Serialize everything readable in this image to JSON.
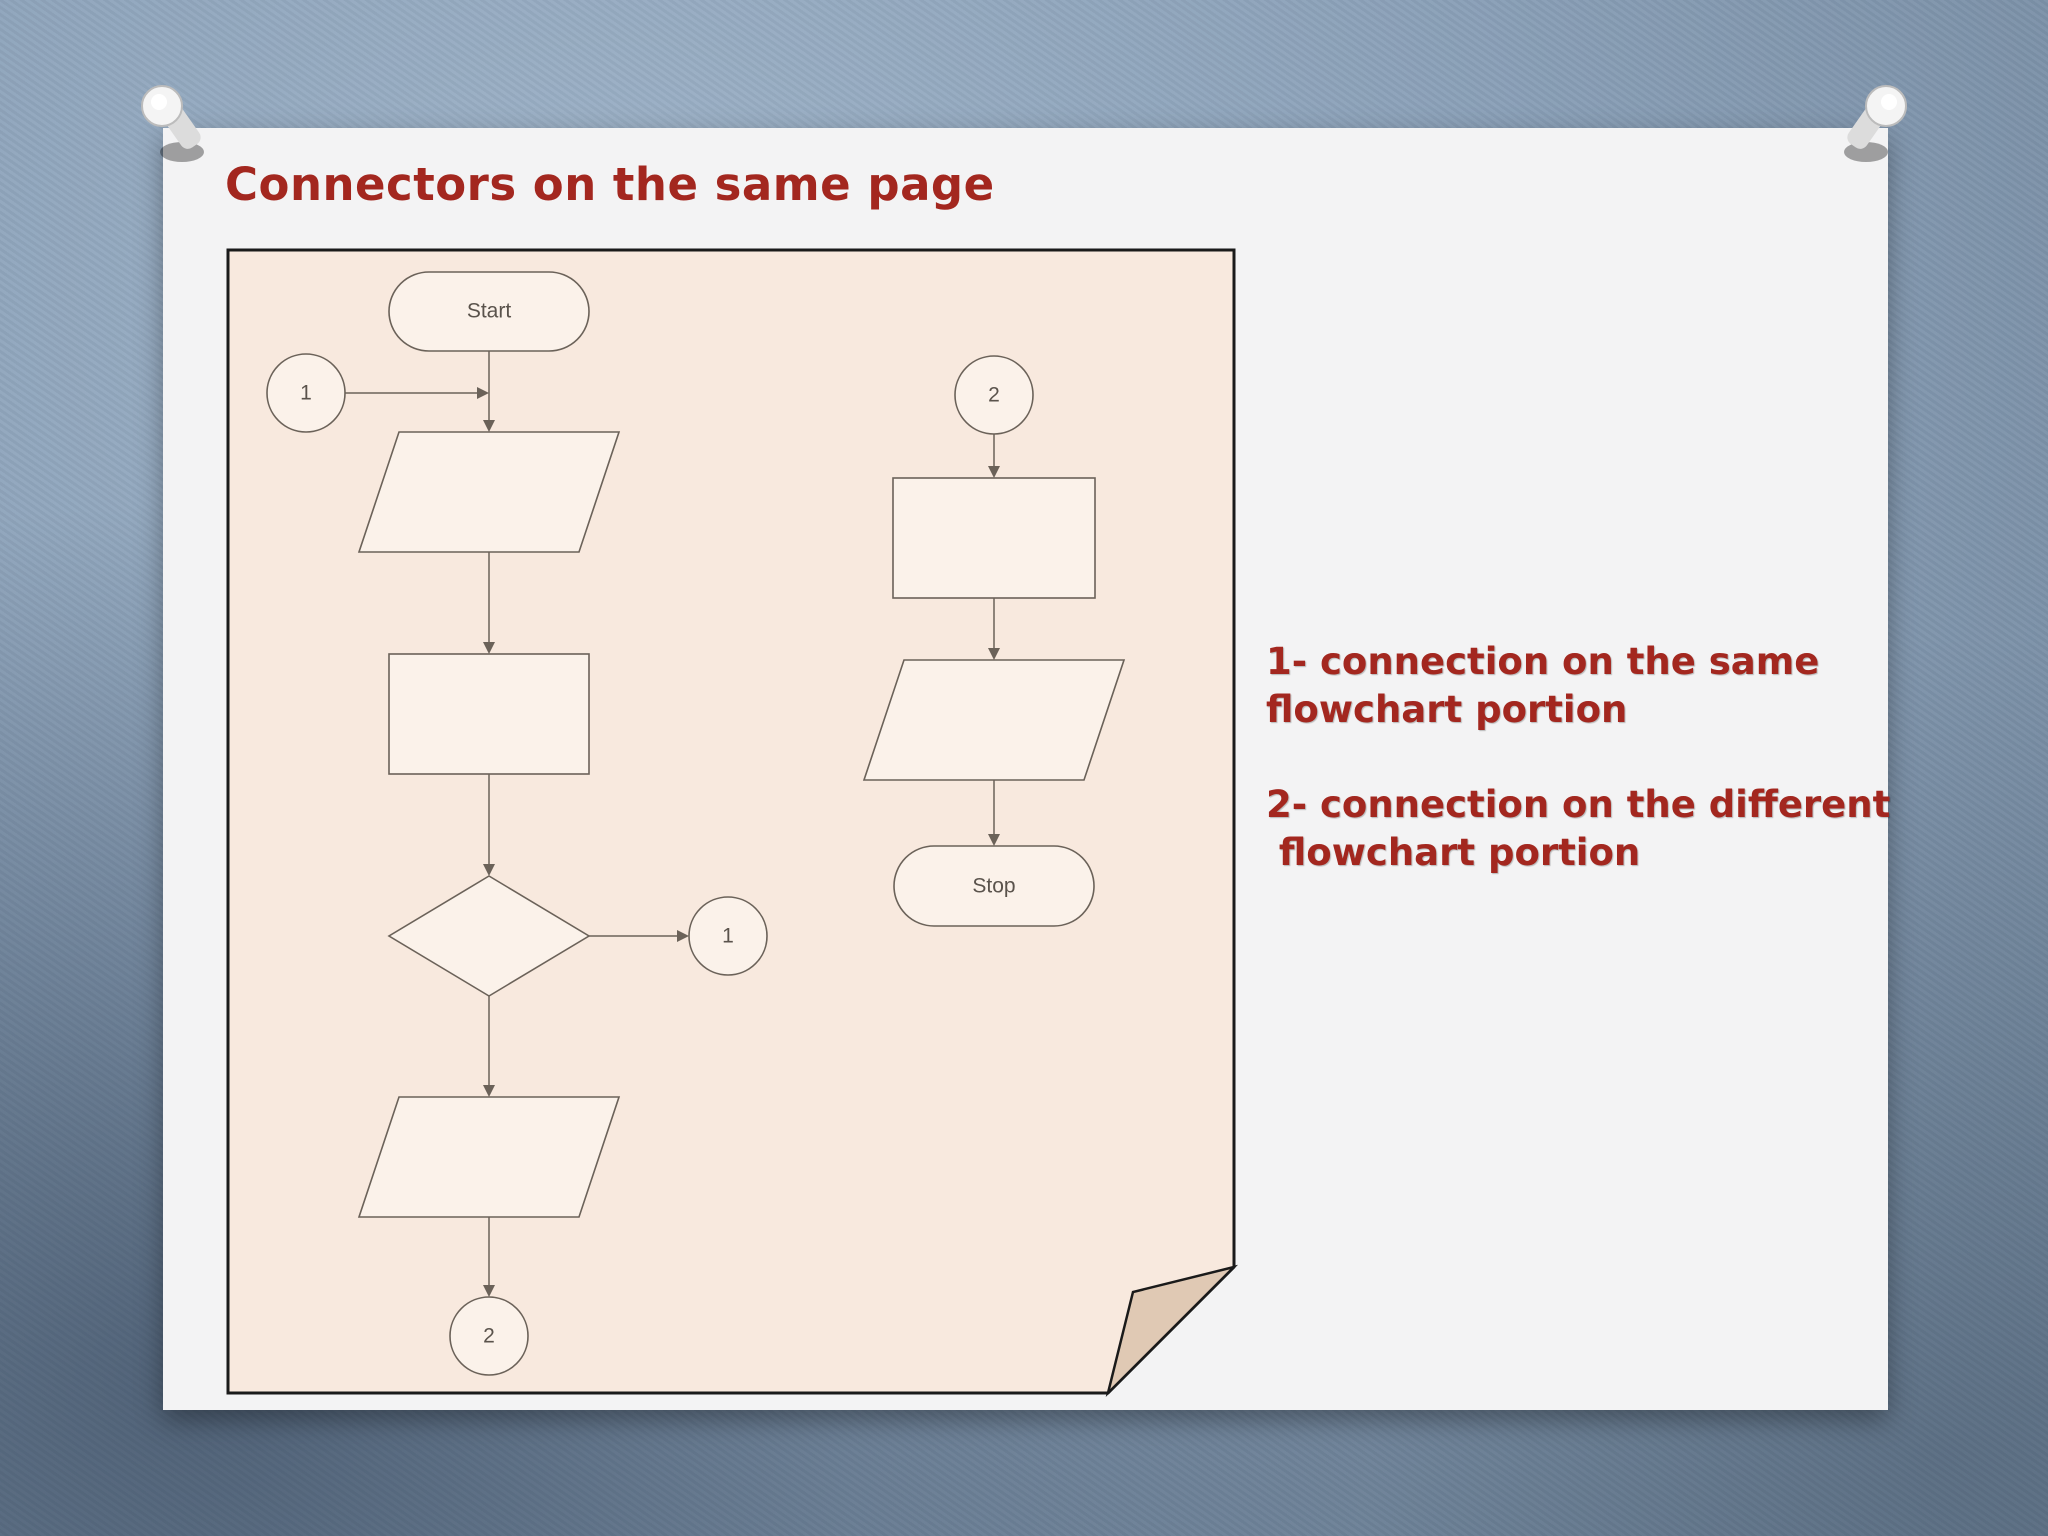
{
  "slide": {
    "title": "Connectors on the same page",
    "notes": [
      {
        "line1": "1- connection on the same",
        "line2": "flowchart portion"
      },
      {
        "line1": "2- connection on the different",
        "line2": " flowchart portion"
      }
    ]
  },
  "flowchart": {
    "nodes": {
      "start": "Start",
      "stop": "Stop",
      "connector_left_in": "1",
      "connector_right_in": "2",
      "connector_decision_out": "1",
      "connector_bottom_out": "2"
    }
  },
  "colors": {
    "accent": "#a3271f",
    "sheet": "#f8e9de",
    "shape_fill": "#fbf2ea",
    "shape_stroke": "#6b6259",
    "fold": "#e0c9b4"
  }
}
